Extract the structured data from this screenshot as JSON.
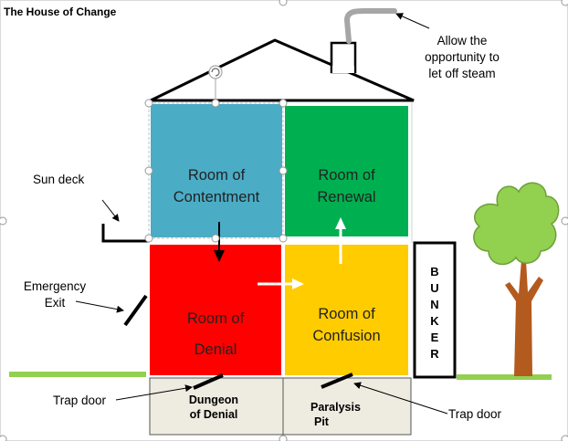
{
  "title": "The House of Change",
  "rooms": {
    "contentment": {
      "line1": "Room of",
      "line2": "Contentment",
      "color": "#4bacc6"
    },
    "renewal": {
      "line1": "Room of",
      "line2": "Renewal",
      "color": "#00b050"
    },
    "denial": {
      "line1": "Room of",
      "line2": "Denial",
      "color": "#ff0000"
    },
    "confusion": {
      "line1": "Room of",
      "line2": "Confusion",
      "color": "#ffcc00"
    }
  },
  "bunker": {
    "letters": [
      "B",
      "U",
      "N",
      "K",
      "E",
      "R"
    ]
  },
  "basement": {
    "left": {
      "line1": "Dungeon",
      "line2": "of Denial"
    },
    "right": {
      "line1": "Paralysis",
      "line2": "Pit"
    },
    "color": "#eeece1"
  },
  "annotations": {
    "steam": {
      "line1": "Allow the",
      "line2": "opportunity to",
      "line3": "let off steam"
    },
    "sun_deck": "Sun deck",
    "emergency_exit": {
      "line1": "Emergency",
      "line2": "Exit"
    },
    "trap_door_left": "Trap door",
    "trap_door_right": "Trap door"
  },
  "colors": {
    "grass": "#92d050",
    "trunk": "#b35a1f",
    "foliage": "#92d050",
    "chimney_smoke": "#a6a6a6"
  }
}
